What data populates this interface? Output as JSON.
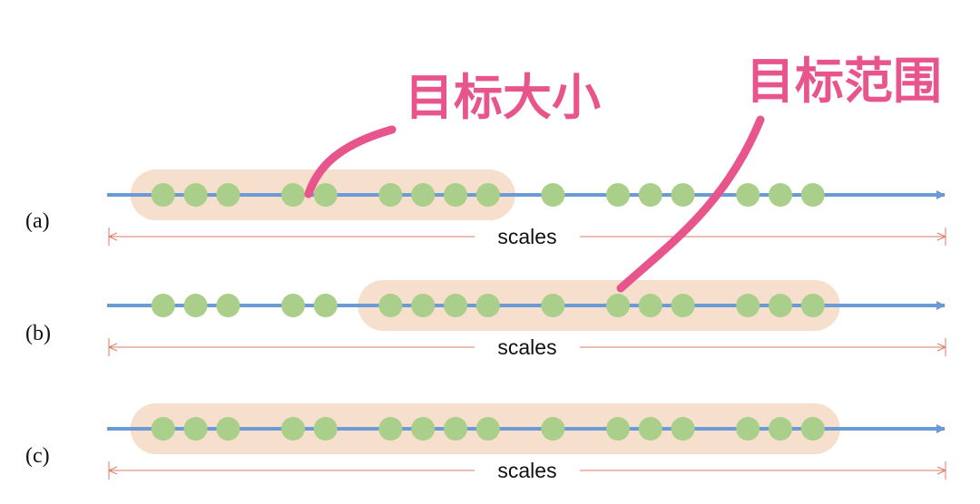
{
  "colors": {
    "axis": "#6b9bd6",
    "dot": "#a9cf8a",
    "highlight": "#f7dfcd",
    "scale_line": "#e07a65",
    "annotation": "#e8548c",
    "text": "#111111"
  },
  "annotations": {
    "target_size": "目标大小",
    "target_range": "目标范围"
  },
  "rows": [
    {
      "id": "a",
      "label": "(a)",
      "scale_label": "scales",
      "dot_positions": [
        1,
        2,
        3,
        5,
        6,
        8,
        9,
        10,
        11,
        13,
        15,
        16,
        17,
        19,
        20,
        21
      ],
      "highlight": {
        "from": 1,
        "to": 11
      }
    },
    {
      "id": "b",
      "label": "(b)",
      "scale_label": "scales",
      "dot_positions": [
        1,
        2,
        3,
        5,
        6,
        8,
        9,
        10,
        11,
        13,
        15,
        16,
        17,
        19,
        20,
        21
      ],
      "highlight": {
        "from": 8,
        "to": 21
      }
    },
    {
      "id": "c",
      "label": "(c)",
      "scale_label": "scales",
      "dot_positions": [
        1,
        2,
        3,
        5,
        6,
        8,
        9,
        10,
        11,
        13,
        15,
        16,
        17,
        19,
        20,
        21
      ],
      "highlight": {
        "from": 1,
        "to": 21
      }
    }
  ]
}
